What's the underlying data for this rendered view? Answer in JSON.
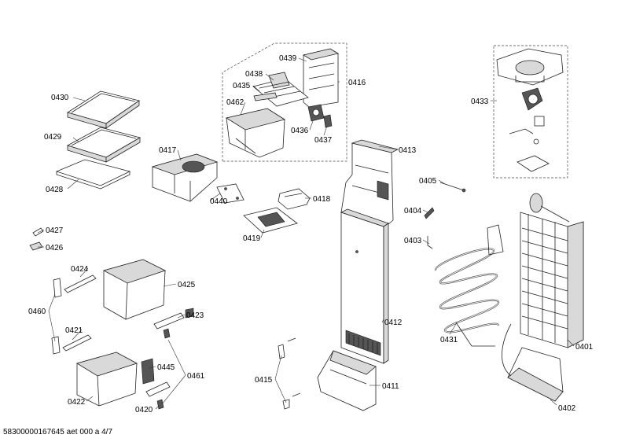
{
  "footer": "58300000167645 aet 000 a 4/7",
  "parts": {
    "p0430": "0430",
    "p0429": "0429",
    "p0428": "0428",
    "p0439": "0439",
    "p0438": "0438",
    "p0435": "0435",
    "p0416": "0416",
    "p0462": "0462",
    "p0436": "0436",
    "p0437": "0437",
    "p0417": "0417",
    "p0440": "0440",
    "p0418": "0418",
    "p0419": "0419",
    "p0413": "0413",
    "p0433": "0433",
    "p0405": "0405",
    "p0404": "0404",
    "p0403": "0403",
    "p0427": "0427",
    "p0426": "0426",
    "p0424": "0424",
    "p0425": "0425",
    "p0460": "0460",
    "p0423": "0423",
    "p0421": "0421",
    "p0412": "0412",
    "p0431": "0431",
    "p0401": "0401",
    "p0445": "0445",
    "p0461": "0461",
    "p0422": "0422",
    "p0420": "0420",
    "p0415": "0415",
    "p0411": "0411",
    "p0402": "0402"
  }
}
